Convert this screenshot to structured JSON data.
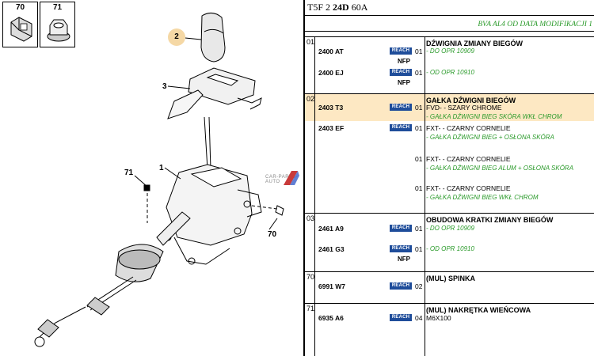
{
  "thumbs": [
    {
      "label": "70",
      "icon": "clip-icon"
    },
    {
      "label": "71",
      "icon": "hex-nut-icon"
    }
  ],
  "callouts": {
    "c1": "1",
    "c2": "2",
    "c3": "3",
    "c71": "71",
    "c70": "70"
  },
  "watermark": "CAR-PARTS-AUTO",
  "header": {
    "pre": "T5F 2 ",
    "bold": "24D",
    "post": " 60A"
  },
  "subheader": "BVA AL4 OD DATA MODIFIKACJI 1",
  "reach_label": "REACH",
  "flag_label": "NFP",
  "groups": [
    {
      "num": "01",
      "title": "DŹWIGNIA ZMIANY BIEGÓW",
      "entries": [
        {
          "ref": "2400 AT",
          "qty": "01",
          "desc": "",
          "note": "- DO OPR 10909",
          "nfp": true
        },
        {
          "ref": "2400 EJ",
          "qty": "01",
          "desc": "",
          "note": "- OD OPR 10910",
          "nfp": true
        }
      ]
    },
    {
      "num": "02",
      "title": "GAŁKA DŹWIGNI BIEGÓW",
      "entries": [
        {
          "ref": "2403 T3",
          "qty": "01",
          "desc": "FVD- - SZARY CHROME",
          "note": "- GAŁKA DŹWIGNI BIEG SKÓRA WKŁ CHROM"
        },
        {
          "ref": "2403 EF",
          "qty": "01",
          "desc": "FXT- - CZARNY CORNELIE",
          "note": "- GAŁKA DŹWIGNI BIEG + OSŁONA SKÓRA"
        }
      ],
      "extras": [
        {
          "qty": "01",
          "desc": "FXT- - CZARNY CORNELIE",
          "note": "- GAŁKA DŹWIGNI BIEG ALUM + OSŁONA SKÓRA"
        },
        {
          "qty": "01",
          "desc": "FXT- - CZARNY CORNELIE",
          "note": "- GAŁKA DŹWIGNI BIEG WKŁ CHROM"
        }
      ]
    },
    {
      "num": "03",
      "title": "OBUDOWA KRATKI ZMIANY BIEGÓW",
      "entries": [
        {
          "ref": "2461 A9",
          "qty": "01",
          "desc": "",
          "note": "- DO OPR 10909"
        },
        {
          "ref": "2461 G3",
          "qty": "01",
          "desc": "",
          "note": "- OD OPR 10910",
          "nfp": true
        }
      ]
    },
    {
      "num": "70",
      "title": "(MUL) SPINKA",
      "entries": [
        {
          "ref": "6991 W7",
          "qty": "02",
          "desc": "",
          "note": ""
        }
      ]
    },
    {
      "num": "71",
      "title": "(MUL) NAKRĘTKA WIEŃCOWA",
      "entries": [
        {
          "ref": "6935 A6",
          "qty": "04",
          "desc": "M6X100",
          "note": ""
        }
      ]
    }
  ],
  "colors": {
    "highlight": "#fde8c3",
    "reach": "#1f4d9a",
    "note": "#2a9a2a",
    "badge": "#f5d8a5"
  }
}
